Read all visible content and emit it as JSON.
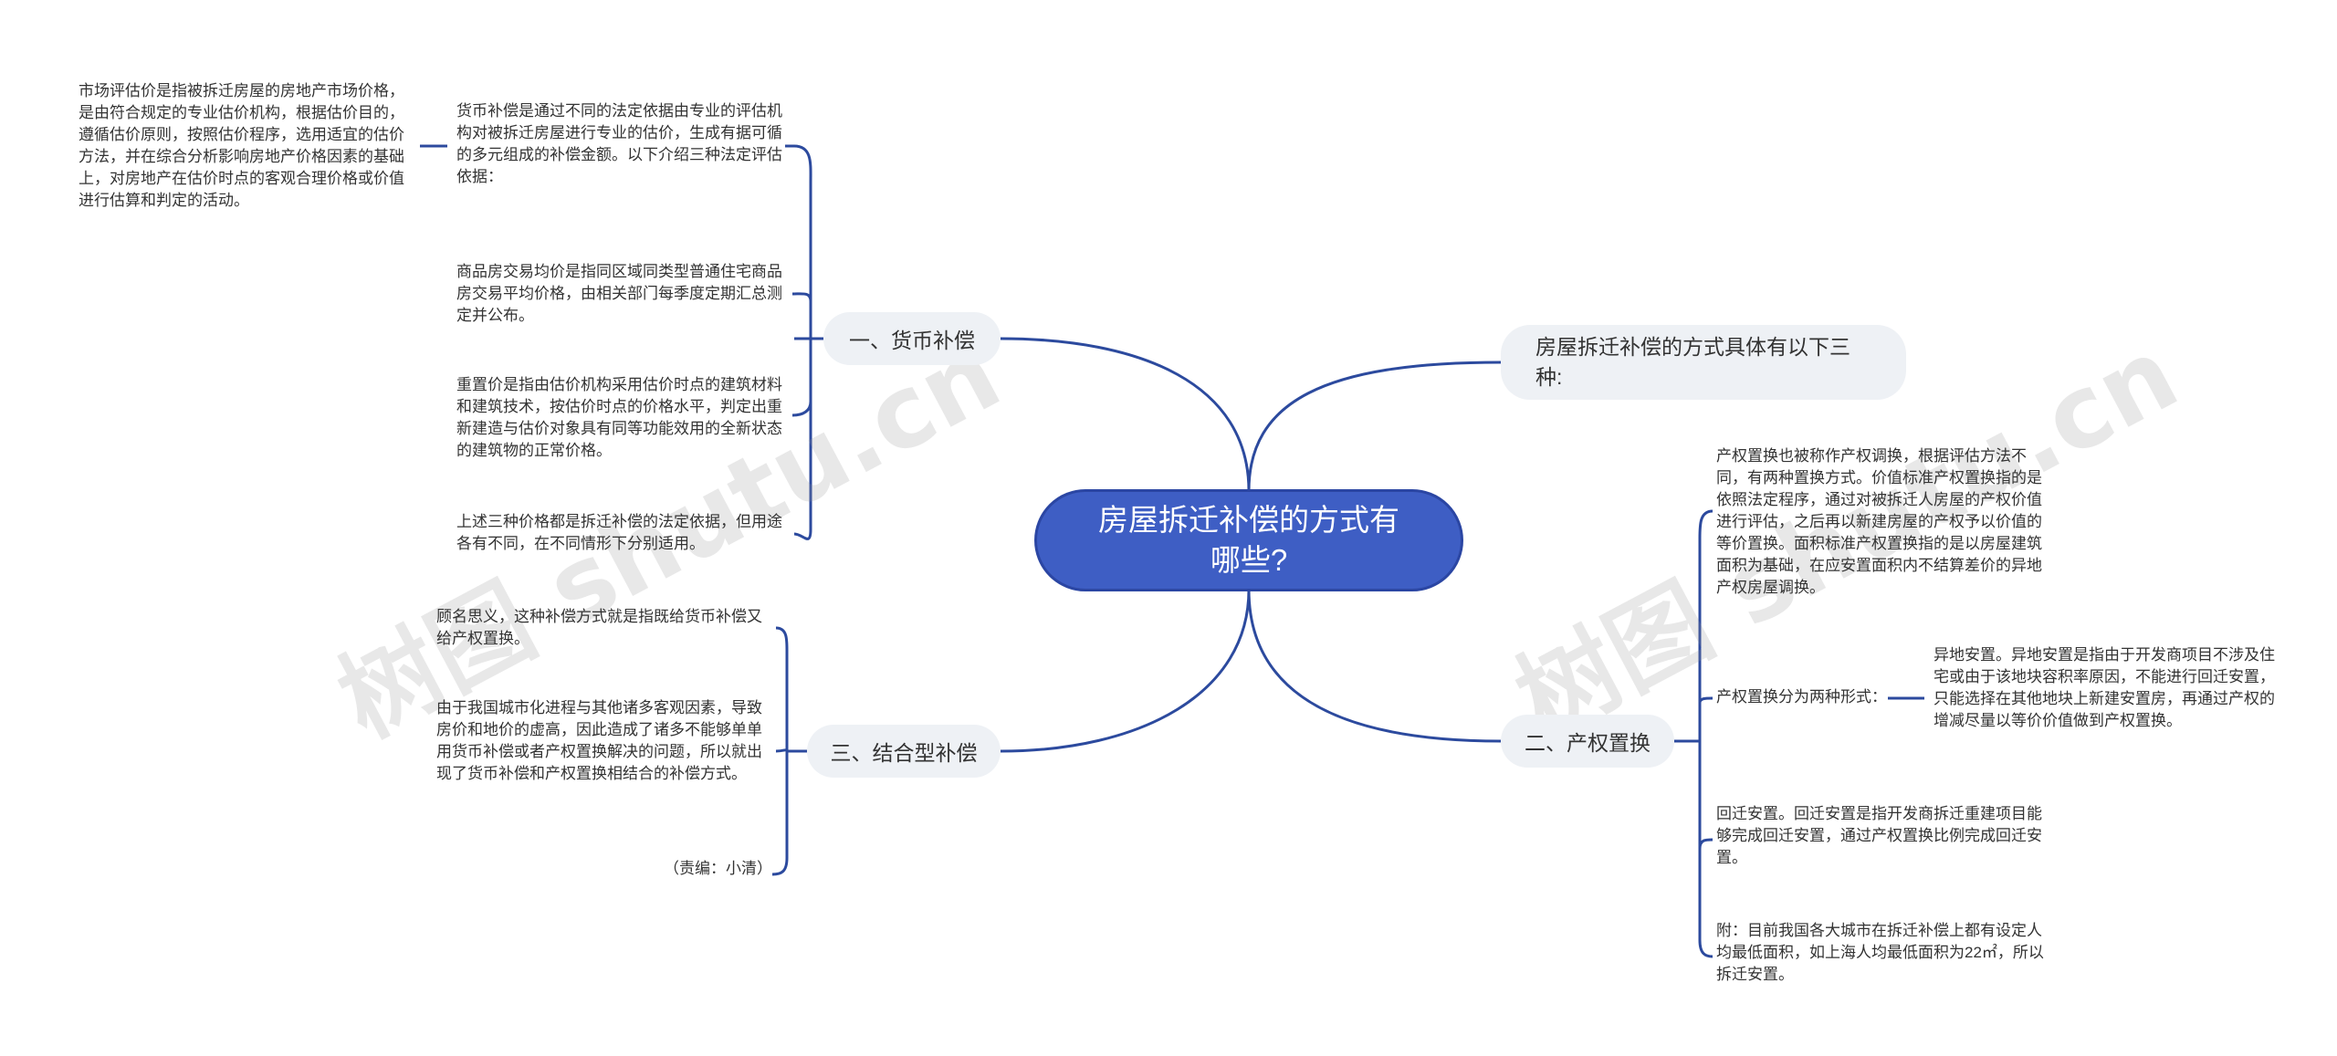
{
  "root": {
    "title": "房屋拆迁补偿的方式有哪些?"
  },
  "branches": {
    "money": {
      "label": "一、货币补偿"
    },
    "intro": {
      "label": "房屋拆迁补偿的方式具体有以下三种:"
    },
    "property": {
      "label": "二、产权置换"
    },
    "combined": {
      "label": "三、结合型补偿"
    }
  },
  "leaves": {
    "money_def": "货币补偿是通过不同的法定依据由专业的评估机构对被拆迁房屋进行专业的估价，生成有据可循的多元组成的补偿金额。以下介绍三种法定评估依据：",
    "market_price": "市场评估价是指被拆迁房屋的房地产市场价格，是由符合规定的专业估价机构，根据估价目的，遵循估价原则，按照估价程序，选用适宜的估价方法，并在综合分析影响房地产价格因素的基础上，对房地产在估价时点的客观合理价格或价值进行估算和判定的活动。",
    "commodity_price": "商品房交易均价是指同区域同类型普通住宅商品房交易平均价格，由相关部门每季度定期汇总测定并公布。",
    "replacement_price": "重置价是指由估价机构采用估价时点的建筑材料和建筑技术，按估价时点的价格水平，判定出重新建造与估价对象具有同等功能效用的全新状态的建筑物的正常价格。",
    "three_prices": "上述三种价格都是拆迁补偿的法定依据，但用途各有不同，在不同情形下分别适用。",
    "property_def": "产权置换也被称作产权调换，根据评估方法不同，有两种置换方式。价值标准产权置换指的是依照法定程序，通过对被拆迁人房屋的产权价值进行评估，之后再以新建房屋的产权予以价值的等价置换。面积标准产权置换指的是以房屋建筑面积为基础，在应安置面积内不结算差价的异地产权房屋调换。",
    "property_forms": "产权置换分为两种形式：",
    "offsite": "异地安置。异地安置是指由于开发商项目不涉及住宅或由于该地块容积率原因，不能进行回迁安置，只能选择在其他地块上新建安置房，再通过产权的增减尽量以等价价值做到产权置换。",
    "return": "回迁安置。回迁安置是指开发商拆迁重建项目能够完成回迁安置，通过产权置换比例完成回迁安置。",
    "note": "附：目前我国各大城市在拆迁补偿上都有设定人均最低面积，如上海人均最低面积为22㎡，所以拆迁安置。",
    "combined_def": "顾名思义，这种补偿方式就是指既给货币补偿又给产权置换。",
    "combined_reason": "由于我国城市化进程与其他诸多客观因素，导致房价和地价的虚高，因此造成了诸多不能够单单用货币补偿或者产权置换解决的问题，所以就出现了货币补偿和产权置换相结合的补偿方式。",
    "editor": "（责编：小清）"
  },
  "watermarks": [
    "树图 shutu.cn",
    "树图 shutu.cn"
  ],
  "colors": {
    "line": "#2c4a9e",
    "root_fill": "#3e5ec4",
    "branch_fill": "#eef1f5"
  }
}
